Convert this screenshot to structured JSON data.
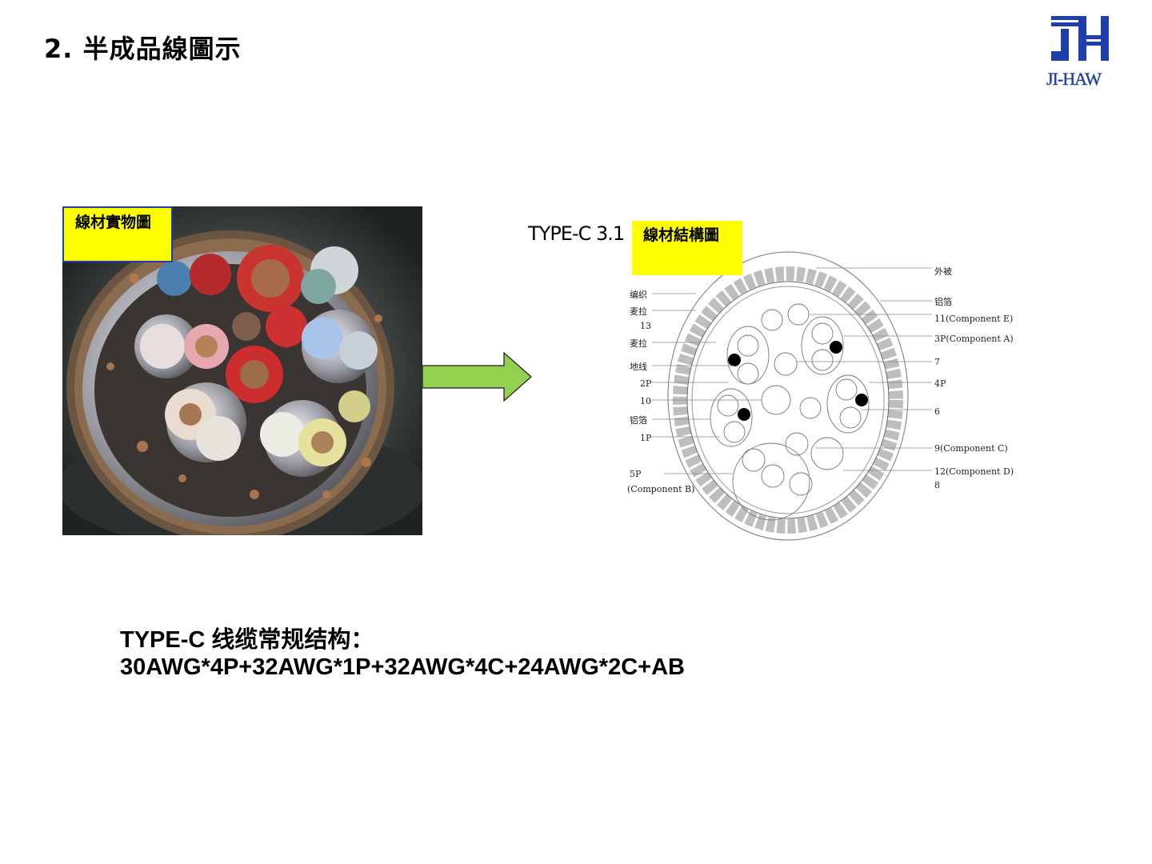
{
  "slide": {
    "title": "2. 半成品線圖示"
  },
  "logo": {
    "mark": "JH",
    "text": "JI-HAW",
    "color": "#1f3fa8"
  },
  "photo": {
    "label": "線材實物圖"
  },
  "diagram": {
    "title": "TYPE-C 3.1",
    "label": "線材結構圖",
    "left_labels": [
      "编织",
      "麦拉",
      "13",
      "麦拉",
      "地线",
      "2P",
      "10",
      "铝箔",
      "1P",
      "5P",
      "(Component B)"
    ],
    "right_labels": [
      "外被",
      "铝箔",
      "11(Component E)",
      "3P(Component A)",
      "7",
      "4P",
      "6",
      "9(Component C)",
      "12(Component D)",
      "8"
    ]
  },
  "caption": {
    "line1": "TYPE-C 线缆常规结构：",
    "line2": "30AWG*4P+32AWG*1P+32AWG*4C+24AWG*2C+AB"
  },
  "colors": {
    "highlight": "#ffff00",
    "arrow": "#92d050",
    "label_border": "#1f3fa8"
  }
}
